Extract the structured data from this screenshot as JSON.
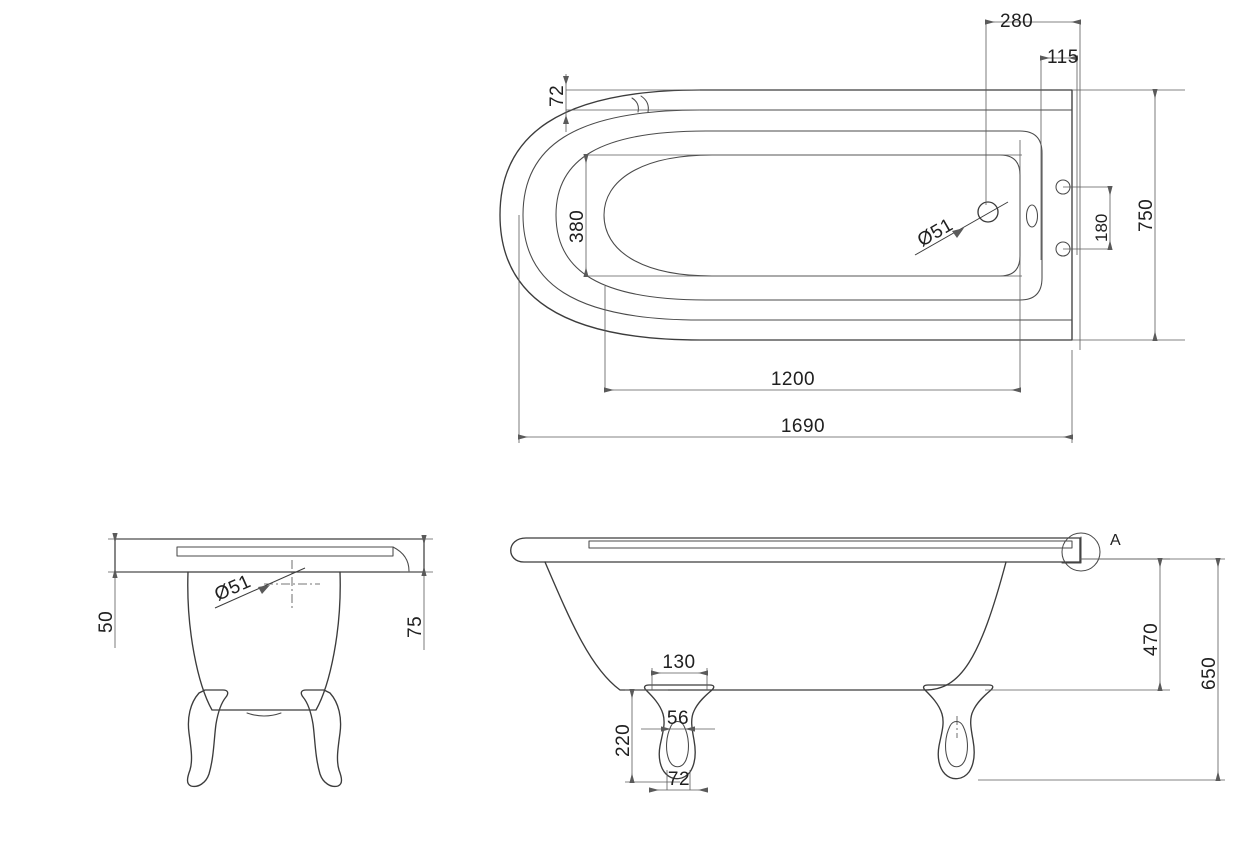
{
  "document": {
    "type": "engineering-drawing",
    "subject": "Freestanding roll-top bath with claw feet",
    "units": "mm",
    "background_color": "#ffffff",
    "line_color": "#3c3c3c",
    "dimension_color": "#5a5a5a",
    "text_color": "#202020"
  },
  "views": {
    "plan": {
      "name": "plan-view",
      "title": "",
      "dimensions": {
        "overall_length": "1690",
        "inner_length": "1200",
        "overall_width": "750",
        "inner_width": "380",
        "rim_thickness": "72",
        "tap_hole_offset_from_end": "280",
        "tap_hole_edge": "115",
        "tap_hole_spacing": "180",
        "waste_diameter": "Ø51"
      }
    },
    "end_elevation": {
      "name": "end-elevation-view",
      "dimensions": {
        "rim_lip_height": "50",
        "rim_depth": "75",
        "waste_diameter": "Ø51"
      }
    },
    "side_elevation": {
      "name": "side-elevation-view",
      "dimensions": {
        "internal_depth": "470",
        "overall_height": "650",
        "foot_top_width": "130",
        "foot_height": "220",
        "foot_mid_width": "56",
        "foot_base_width": "72"
      },
      "detail_callout": "A"
    }
  },
  "annotations": {
    "dim_1690": "1690",
    "dim_1200": "1200",
    "dim_750": "750",
    "dim_380": "380",
    "dim_72_plan": "72",
    "dim_280": "280",
    "dim_115": "115",
    "dim_180": "180",
    "dia_51_plan": "Ø51",
    "dim_50": "50",
    "dim_75": "75",
    "dia_51_end": "Ø51",
    "dim_470": "470",
    "dim_650": "650",
    "dim_130": "130",
    "dim_220": "220",
    "dim_56": "56",
    "dim_72_foot": "72",
    "detail_a": "A"
  }
}
